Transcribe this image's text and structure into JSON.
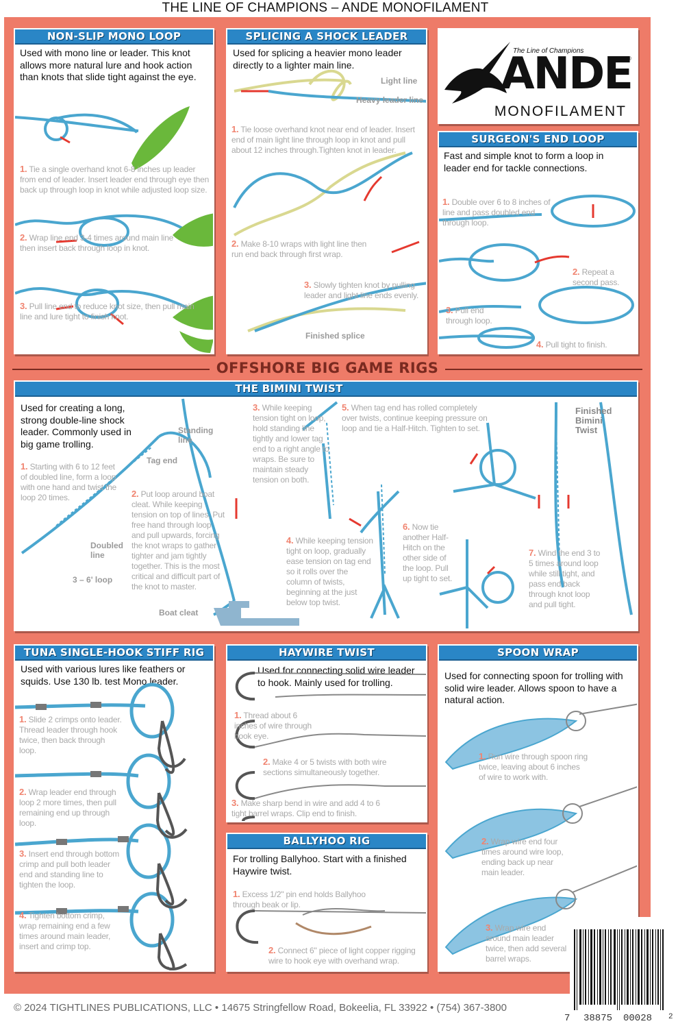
{
  "header": {
    "title": "THE LINE OF CHAMPIONS – ANDE MONOFILAMENT"
  },
  "logo": {
    "tagline": "The Line of Champions",
    "brand": "ANDE",
    "sub": "MONOFILAMENT",
    "reg": "®"
  },
  "section_title": "OFFSHORE BIG GAME RIGS",
  "panels": {
    "nonslip": {
      "title": "NON-SLIP MONO LOOP",
      "desc": "Used with mono line or leader. This knot allows more natural lure and hook action than knots that slide tight against the eye.",
      "steps": [
        {
          "n": "1.",
          "text": "Tie a single overhand knot 6-8 inches up leader from end of leader. Insert leader end through eye then back up through loop in knot while adjusted loop size."
        },
        {
          "n": "2.",
          "text": "Wrap line end 3-4 times around main line then insert back through loop in knot."
        },
        {
          "n": "3.",
          "text": "Pull line end to reduce knot size, then pull main line and lure tight to finish knot."
        }
      ]
    },
    "splicing": {
      "title": "SPLICING A SHOCK LEADER",
      "desc": "Used for splicing a heavier mono leader directly to a lighter main line.",
      "labels": {
        "light": "Light line",
        "heavy": "Heavy leader line",
        "finished": "Finished splice"
      },
      "steps": [
        {
          "n": "1.",
          "text": "Tie loose overhand knot near end of leader. Insert end of main light line through loop in knot and pull about 12 inches through.Tighten knot in leader."
        },
        {
          "n": "2.",
          "text": "Make 8-10 wraps with light line then run end back through first wrap."
        },
        {
          "n": "3.",
          "text": "Slowly tighten knot by pulling leader and light line ends evenly."
        }
      ]
    },
    "surgeon": {
      "title": "SURGEON'S END LOOP",
      "desc": "Fast and simple knot to form a loop in leader end for tackle connections.",
      "steps": [
        {
          "n": "1.",
          "text": "Double over 6 to 8 inches of line and pass doubled end through loop."
        },
        {
          "n": "2.",
          "text": "Repeat a second pass."
        },
        {
          "n": "3.",
          "text": "Pull end through loop."
        },
        {
          "n": "4.",
          "text": "Pull tight to finish."
        }
      ]
    },
    "bimini": {
      "title": "THE BIMINI TWIST",
      "desc": "Used for creating a long, strong double-line shock leader. Commonly used in big game trolling.",
      "labels": {
        "standing": "Standing line",
        "tag": "Tag end",
        "doubled": "Doubled line",
        "loop": "3 – 6' loop",
        "cleat": "Boat cleat",
        "finished": "Finished Bimini Twist"
      },
      "steps": [
        {
          "n": "1.",
          "text": "Starting with 6 to 12 feet of doubled line, form a loop with one hand and twist the loop 20 times."
        },
        {
          "n": "2.",
          "text": "Put loop around boat cleat. While keeping tension on top of lines, Put free hand through loop and pull upwards, forcing the knot wraps to gather tighter and jam tightly together. This is the most critical and difficult part of the knot to master."
        },
        {
          "n": "3.",
          "text": "While keeping tension tight on loop, hold standing line tightly and lower tag end to a right angle to wraps. Be sure to maintain steady tension on both."
        },
        {
          "n": "4.",
          "text": "While keeping tension tight on loop, gradually ease tension on tag end so it rolls over the column of twists, beginning at the just below top twist."
        },
        {
          "n": "5.",
          "text": "When tag end has rolled completely over twists, continue keeping pressure on loop and tie a Half-Hitch. Tighten to set."
        },
        {
          "n": "6.",
          "text": "Now tie another Half-Hitch on the other side of the loop. Pull up tight to set."
        },
        {
          "n": "7.",
          "text": "Wind the end 3 to 5 times around loop while still tight, and pass end back through knot loop and pull tight."
        }
      ]
    },
    "tuna": {
      "title": "TUNA SINGLE-HOOK STIFF RIG",
      "desc": "Used with various lures like feathers or squids. Use 130 lb. test Mono leader.",
      "steps": [
        {
          "n": "1.",
          "text": "Slide 2 crimps onto leader. Thread leader through hook twice, then back through loop."
        },
        {
          "n": "2.",
          "text": "Wrap leader end through loop 2 more times, then pull remaining end up through loop."
        },
        {
          "n": "3.",
          "text": "Insert end through bottom crimp and pull both leader end and standing line to tighten the loop."
        },
        {
          "n": "4.",
          "text": "Tighten bottom crimp, wrap remaining end a few times around main leader, insert and crimp top."
        }
      ]
    },
    "haywire": {
      "title": "HAYWIRE TWIST",
      "desc": "Used for connecting solid wire leader to hook. Mainly used for trolling.",
      "steps": [
        {
          "n": "1.",
          "text": "Thread about 6 inches of wire through hook eye."
        },
        {
          "n": "2.",
          "text": "Make 4 or 5 twists with both wire sections simultaneously together."
        },
        {
          "n": "3.",
          "text": "Make sharp bend in wire and add 4 to 6 tight barrel wraps. Clip end to finish."
        }
      ]
    },
    "ballyhoo": {
      "title": "BALLYHOO RIG",
      "desc": "For trolling Ballyhoo. Start with a finished Haywire twist.",
      "steps": [
        {
          "n": "1.",
          "text": "Excess 1/2\" pin end holds Ballyhoo through beak or lip."
        },
        {
          "n": "2.",
          "text": "Connect 6\" piece of light copper rigging wire to hook eye with overhand wrap."
        }
      ]
    },
    "spoon": {
      "title": "SPOON WRAP",
      "desc": "Used for connecting spoon for trolling with solid wire leader. Allows spoon to have a natural action.",
      "steps": [
        {
          "n": "1.",
          "text": "Run wire through spoon ring twice, leaving about 6 inches of wire to work with."
        },
        {
          "n": "2.",
          "text": "Wrap wire end four times around wire loop, ending back up near main leader."
        },
        {
          "n": "3.",
          "text": "Wrap wire end around main leader twice, then add several barrel wraps."
        }
      ]
    }
  },
  "footer": {
    "text": "© 2024 TIGHTLINES PUBLICATIONS, LLC • 14675 Stringfellow Road, Bokeelia, FL 33922 • (754) 367-3800"
  },
  "barcode": {
    "d1": "7",
    "d2": "38875",
    "d3": "00028",
    "d4": "2"
  },
  "colors": {
    "panel_header": "#2a86c6",
    "board": "#ee7b68",
    "line": "#4aa6cf",
    "step_number": "#f0836f"
  }
}
